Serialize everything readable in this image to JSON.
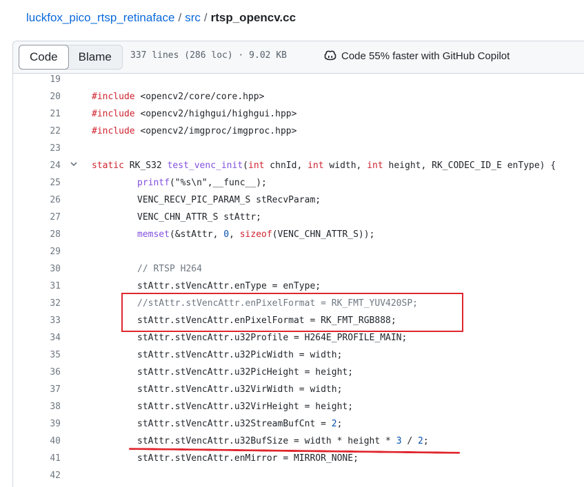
{
  "breadcrumb": {
    "repo": "luckfox_pico_rtsp_retinaface",
    "sep1": "/",
    "dir": "src",
    "sep2": "/",
    "file": "rtsp_opencv.cc"
  },
  "toolbar": {
    "code_label": "Code",
    "blame_label": "Blame",
    "stats": "337 lines (286 loc) · 9.02 KB",
    "copilot_text": "Code 55% faster with GitHub Copilot",
    "copilot_icon": "copilot-icon"
  },
  "code_lines": [
    {
      "num": "19",
      "text": ""
    },
    {
      "num": "20",
      "text": "#include <opencv2/core/core.hpp>"
    },
    {
      "num": "21",
      "text": "#include <opencv2/highgui/highgui.hpp>"
    },
    {
      "num": "22",
      "text": "#include <opencv2/imgproc/imgproc.hpp>"
    },
    {
      "num": "23",
      "text": ""
    },
    {
      "num": "24",
      "text": "static RK_S32 test_venc_init(int chnId, int width, int height, RK_CODEC_ID_E enType) {"
    },
    {
      "num": "25",
      "text": "printf(\"%s\\n\",__func__);"
    },
    {
      "num": "26",
      "text": "VENC_RECV_PIC_PARAM_S stRecvParam;"
    },
    {
      "num": "27",
      "text": "VENC_CHN_ATTR_S stAttr;"
    },
    {
      "num": "28",
      "text": "memset(&stAttr, 0, sizeof(VENC_CHN_ATTR_S));"
    },
    {
      "num": "29",
      "text": ""
    },
    {
      "num": "30",
      "text": "// RTSP H264"
    },
    {
      "num": "31",
      "text": "stAttr.stVencAttr.enType = enType;"
    },
    {
      "num": "32",
      "text": "//stAttr.stVencAttr.enPixelFormat = RK_FMT_YUV420SP;"
    },
    {
      "num": "33",
      "text": "stAttr.stVencAttr.enPixelFormat = RK_FMT_RGB888;"
    },
    {
      "num": "34",
      "text": "stAttr.stVencAttr.u32Profile = H264E_PROFILE_MAIN;"
    },
    {
      "num": "35",
      "text": "stAttr.stVencAttr.u32PicWidth = width;"
    },
    {
      "num": "36",
      "text": "stAttr.stVencAttr.u32PicHeight = height;"
    },
    {
      "num": "37",
      "text": "stAttr.stVencAttr.u32VirWidth = width;"
    },
    {
      "num": "38",
      "text": "stAttr.stVencAttr.u32VirHeight = height;"
    },
    {
      "num": "39",
      "text": "stAttr.stVencAttr.u32StreamBufCnt = 2;"
    },
    {
      "num": "40",
      "text": "stAttr.stVencAttr.u32BufSize = width * height * 3 / 2;"
    },
    {
      "num": "41",
      "text": "stAttr.stVencAttr.enMirror = MIRROR_NONE;"
    },
    {
      "num": "42",
      "text": ""
    }
  ],
  "colors": {
    "keyword": "#cf222e",
    "function": "#8250df",
    "number": "#0550ae",
    "comment": "#6e7781",
    "annotation": "#e0252d",
    "link": "#0969da"
  }
}
